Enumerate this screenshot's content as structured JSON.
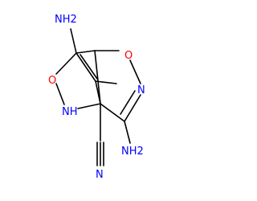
{
  "molecule": {
    "atoms": {
      "nh2_top": "NH2",
      "nh2_bottom": "NH2",
      "o_left": "O",
      "o_right": "O",
      "nh_left": "NH",
      "n_right": "N",
      "n_nitrile": "N"
    },
    "colors": {
      "oxygen": "#ff0000",
      "nitrogen": "#0000ff",
      "carbon": "#000000"
    }
  }
}
